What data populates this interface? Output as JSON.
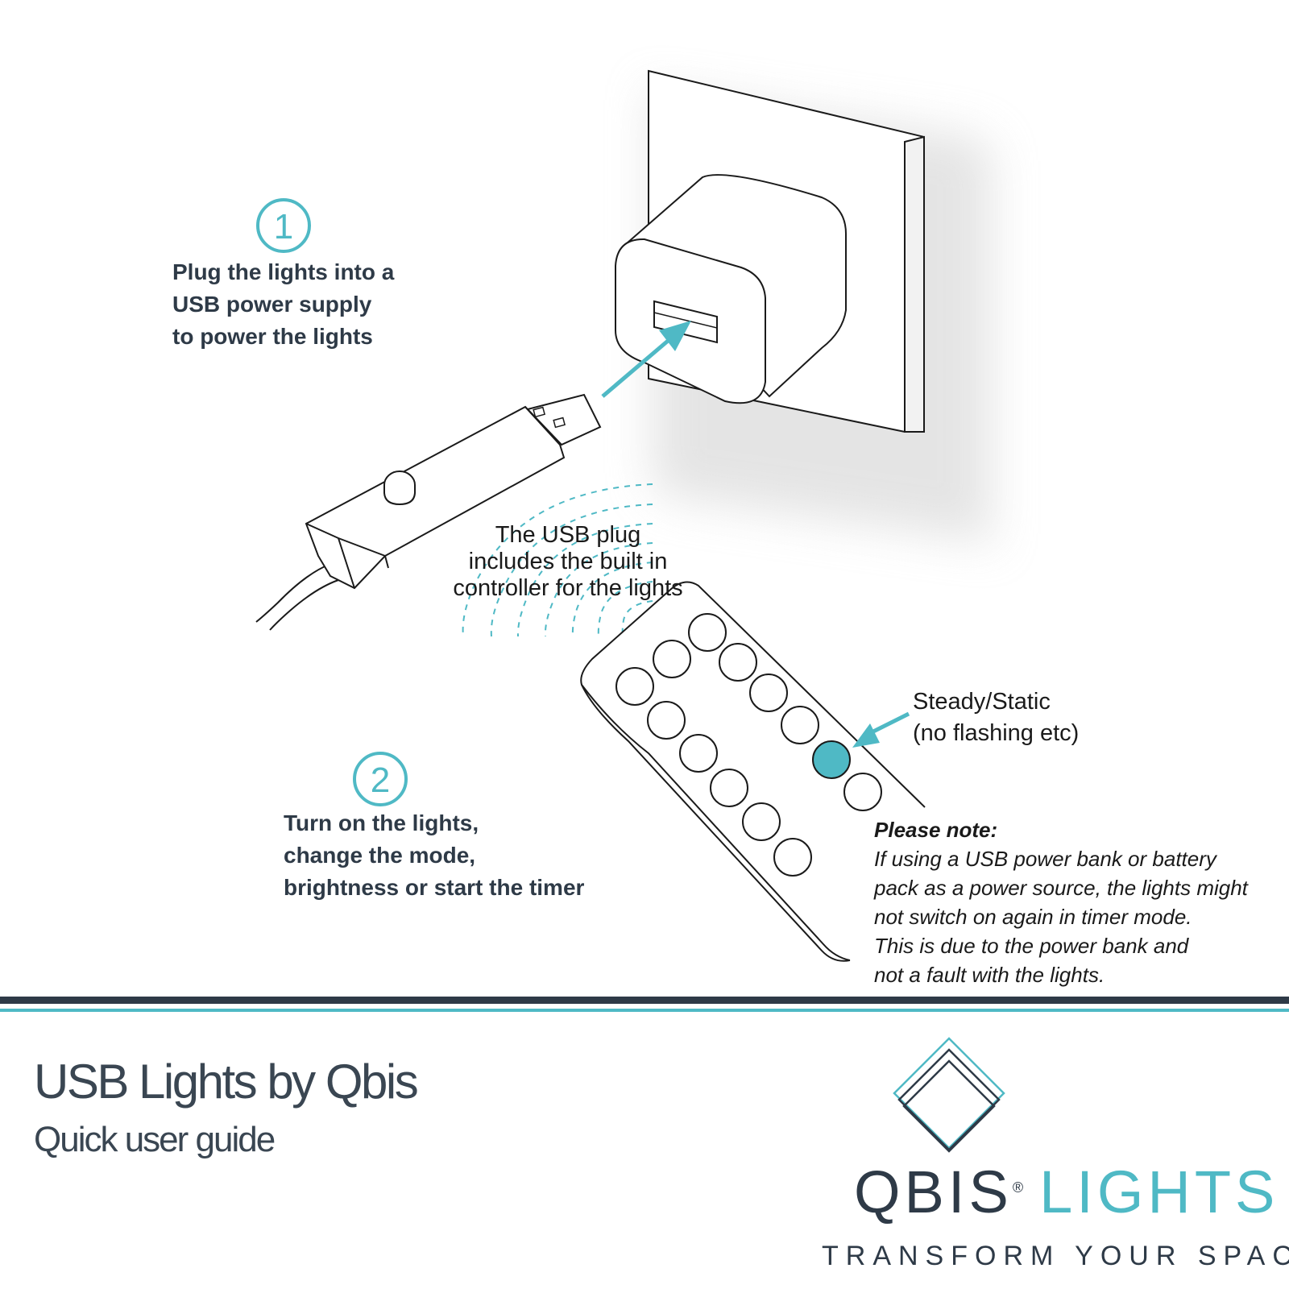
{
  "steps": [
    {
      "number": "1",
      "lines": [
        "Plug the lights into a",
        "USB power supply",
        "to power the lights"
      ]
    },
    {
      "number": "2",
      "lines": [
        "Turn on the lights,",
        "change the mode,",
        "brightness or start the timer"
      ]
    }
  ],
  "plug_label": [
    "The USB plug",
    "includes the built in",
    "controller for the lights"
  ],
  "steady_label": [
    "Steady/Static",
    "(no flashing etc)"
  ],
  "note": {
    "title": "Please note:",
    "lines": [
      "If using a USB power bank or battery",
      "pack as a power source, the lights might",
      "not switch on again in timer mode.",
      "This is due to the power bank and",
      "not a fault with the lights."
    ]
  },
  "footer": {
    "title": "USB Lights by Qbis",
    "subtitle": "Quick user guide",
    "brand_left": "QBIS",
    "brand_registered": "®",
    "brand_right": "LIGHTS",
    "tagline": "TRANSFORM YOUR SPACE"
  },
  "colors": {
    "accent": "#4fb9c5",
    "dark": "#2e3a47"
  },
  "icons": [
    "wall-socket-icon",
    "usb-adapter-icon",
    "usb-plug-icon",
    "remote-control-icon",
    "signal-waves-icon",
    "qbis-logo-icon"
  ]
}
